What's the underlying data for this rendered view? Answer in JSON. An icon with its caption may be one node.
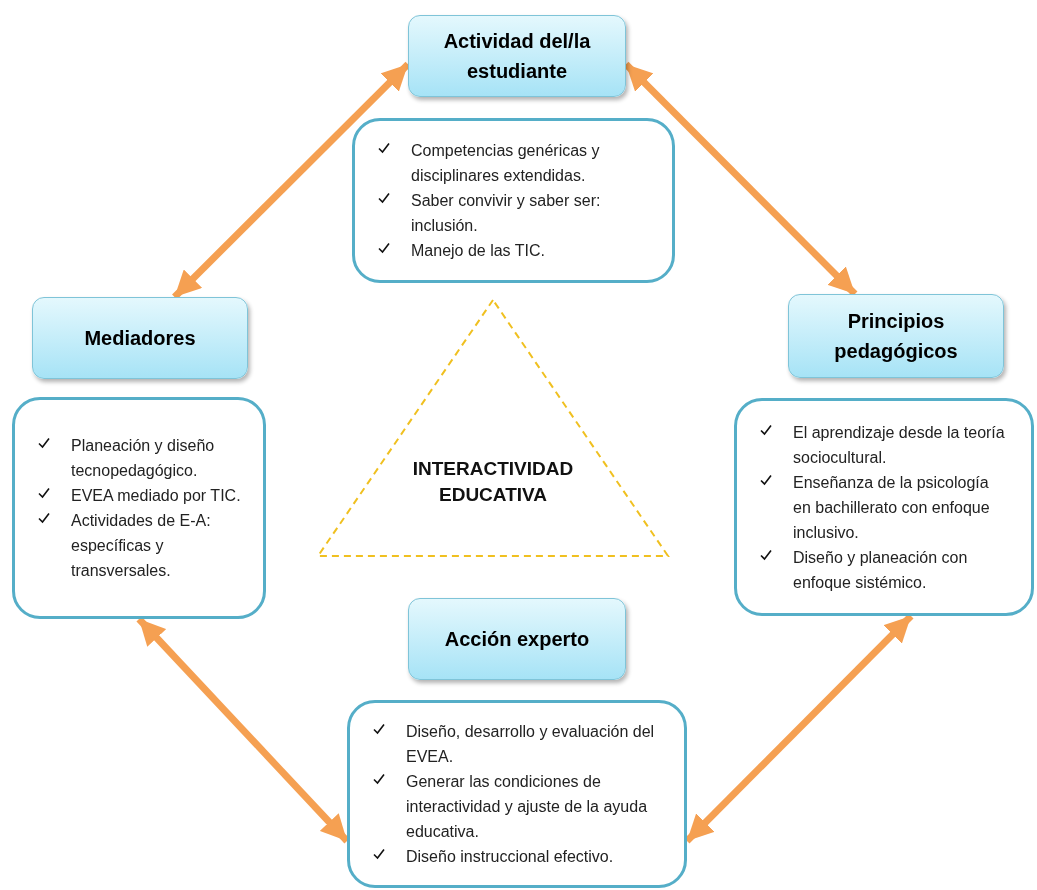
{
  "diagram": {
    "nodes": [
      {
        "text": [
          "Actividad del/la estudiante"
        ]
      },
      {
        "text": [
          "Competencias genéricas y disciplinares extendidas.",
          "Saber convivir y saber ser: inclusión.",
          "Manejo de las TIC."
        ]
      },
      {
        "text": [
          "Mediadores"
        ]
      },
      {
        "text": [
          "Planeación y diseño tecnopedagógico.",
          "EVEA mediado por TIC.",
          "Actividades de E-A: específicas y transversales."
        ]
      },
      {
        "text": [
          "Principios pedagógicos"
        ]
      },
      {
        "text": [
          "El aprendizaje desde la teoría sociocultural.",
          "Enseñanza de la psicología en bachillerato con enfoque inclusivo.",
          "Diseño y planeación con enfoque sistémico."
        ]
      },
      {
        "text": [
          "Acción experto"
        ]
      },
      {
        "text": [
          "Diseño, desarrollo y evaluación del EVEA.",
          "Generar las condiciones de interactividad y ajuste de la ayuda educativa.",
          "Diseño instruccional efectivo."
        ]
      },
      {
        "text": [
          "INTERACTIVIDAD EDUCATIVA"
        ]
      }
    ],
    "edges": [
      {
        "from": 2,
        "to": 0,
        "arrow": "both"
      },
      {
        "from": 0,
        "to": 4,
        "arrow": "both"
      },
      {
        "from": 3,
        "to": 7,
        "arrow": "both"
      },
      {
        "from": 7,
        "to": 5,
        "arrow": "both"
      }
    ]
  }
}
